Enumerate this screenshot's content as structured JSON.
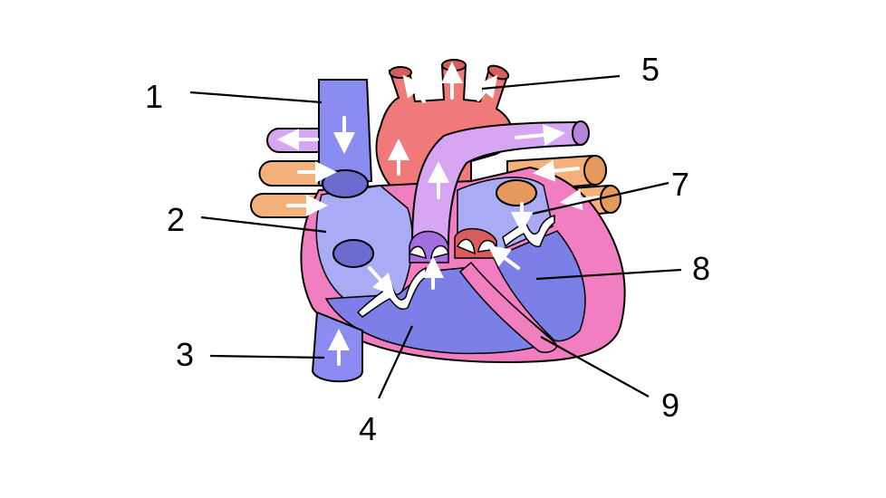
{
  "labels": {
    "l1": "1",
    "l2": "2",
    "l3": "3",
    "l4": "4",
    "l5": "5",
    "l6": "7",
    "l7": "8",
    "l8": "9"
  },
  "colors": {
    "vena_cava": "#8a8cf2",
    "right_atrium": "#a9abf5",
    "right_ventricle": "#7c7fe6",
    "aorta": "#f07a7a",
    "pulmonary_artery": "#d6a6f2",
    "pulmonary_veins": "#f4b27a",
    "left_atrium": "#a9abf5",
    "left_ventricle": "#7c7fe6",
    "myocardium": "#f07ec0"
  }
}
